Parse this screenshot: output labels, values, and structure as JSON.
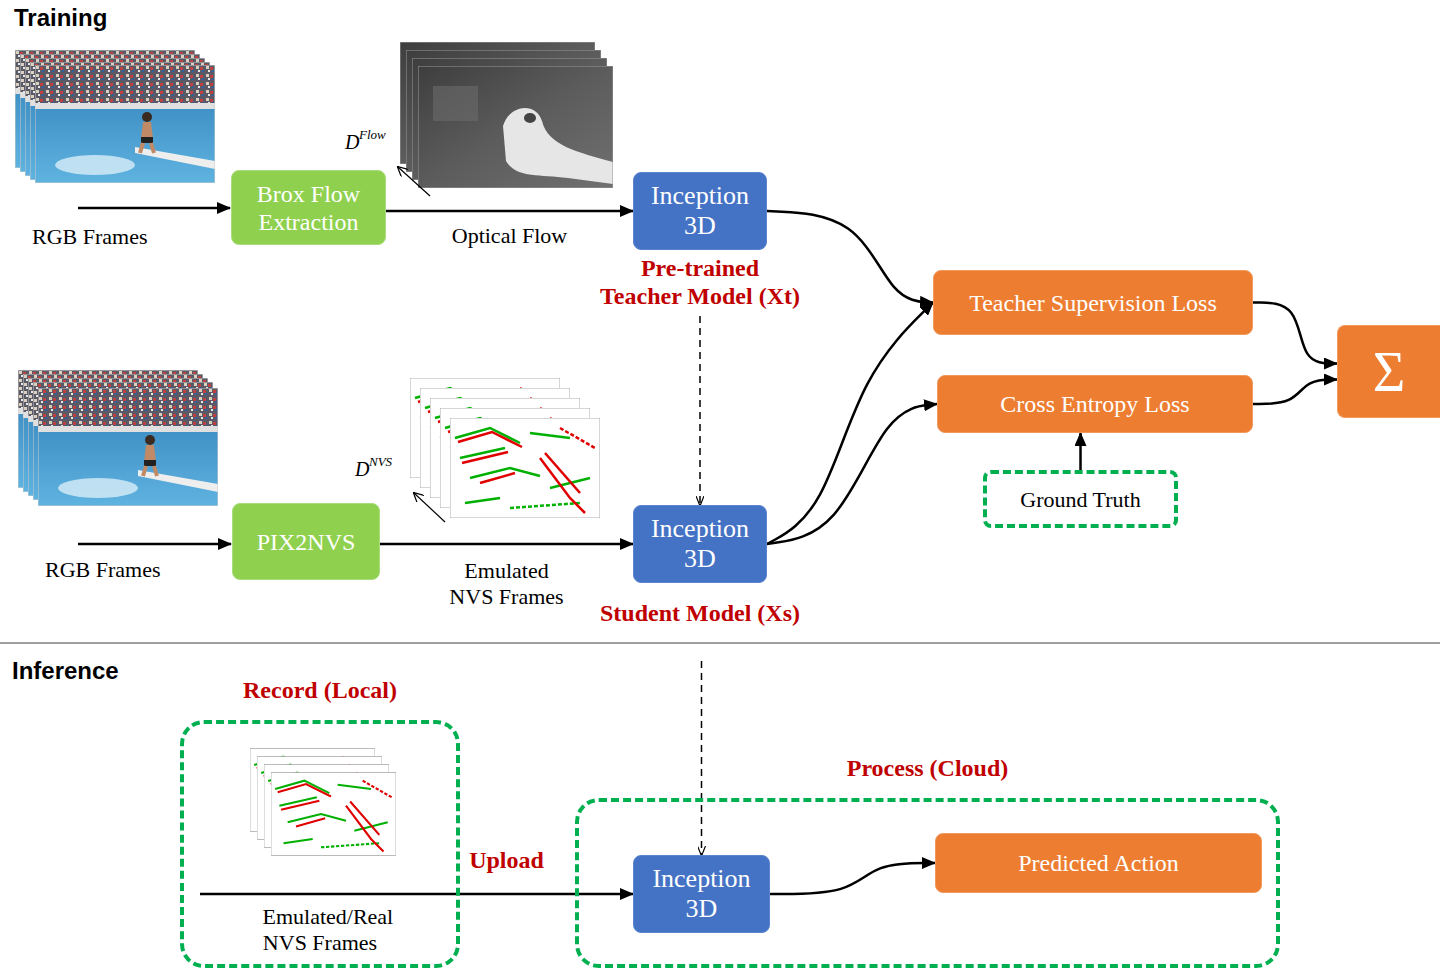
{
  "diagram": {
    "nodes": [
      {
        "text": [
          "Brox Flow Extraction"
        ]
      },
      {
        "text": [
          "Inception 3D",
          "Pre-trained Teacher Model (Xt)"
        ]
      },
      {
        "text": [
          "Teacher Supervision Loss"
        ]
      },
      {
        "text": [
          "Σ"
        ]
      },
      {
        "text": [
          "PIX2NVS"
        ]
      },
      {
        "text": [
          "Inception 3D",
          "Student Model (Xs)"
        ]
      },
      {
        "text": [
          "Cross Entropy Loss"
        ]
      },
      {
        "text": [
          "Ground Truth"
        ]
      },
      {
        "text": [
          "Record (Local)",
          "Emulated/Real NVS Frames"
        ]
      },
      {
        "text": [
          "Process (Cloud)"
        ]
      },
      {
        "text": [
          "Inception 3D"
        ],
        "in": 9
      },
      {
        "text": [
          "Predicted Action"
        ],
        "in": 9
      }
    ],
    "edges": [
      {
        "from": 0,
        "to": 1,
        "arrow": "to",
        "label": "Optical Flow"
      },
      {
        "from": 1,
        "to": 2,
        "arrow": "to"
      },
      {
        "from": 2,
        "to": 3,
        "arrow": "to"
      },
      {
        "from": 4,
        "to": 5,
        "arrow": "to",
        "label": "Emulated NVS Frames"
      },
      {
        "from": 5,
        "to": 2,
        "arrow": "to"
      },
      {
        "from": 5,
        "to": 6,
        "arrow": "to"
      },
      {
        "from": 7,
        "to": 6,
        "arrow": "to"
      },
      {
        "from": 6,
        "to": 3,
        "arrow": "to"
      },
      {
        "from": 1,
        "to": 5,
        "arrow": "to"
      },
      {
        "from": 5,
        "to": 10,
        "arrow": "to"
      },
      {
        "from": 8,
        "to": 10,
        "arrow": "to",
        "label": "Upload"
      },
      {
        "from": 10,
        "to": 11,
        "arrow": "to"
      }
    ],
    "labels": [
      "Training",
      "RGB Frames",
      "D",
      "Flow",
      "RGB Frames",
      "D",
      "NVS",
      "Inference"
    ]
  }
}
